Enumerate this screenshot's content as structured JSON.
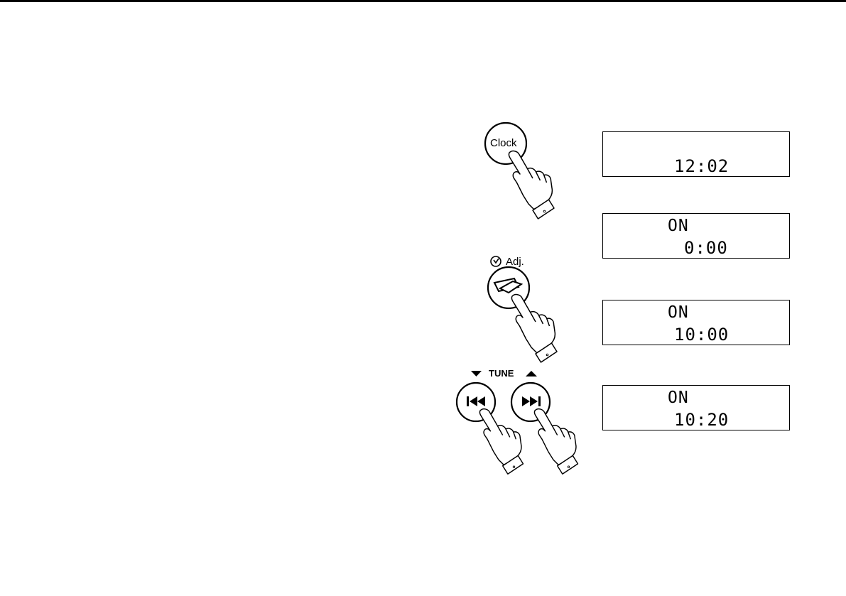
{
  "buttons": {
    "clock_label": "Clock",
    "adj_label": "Adj.",
    "tune_label": "TUNE"
  },
  "displays": [
    {
      "line1": "",
      "line2": "12:02"
    },
    {
      "line1": "ON",
      "line2": "0:00"
    },
    {
      "line1": "ON",
      "line2": "10:00"
    },
    {
      "line1": "ON",
      "line2": "10:20"
    }
  ],
  "icons": [
    "alarm-clock-icon",
    "pointing-hand-icon",
    "previous-track-icon",
    "next-track-icon",
    "triangle-down-icon",
    "triangle-up-icon",
    "flash-marks-icon"
  ]
}
